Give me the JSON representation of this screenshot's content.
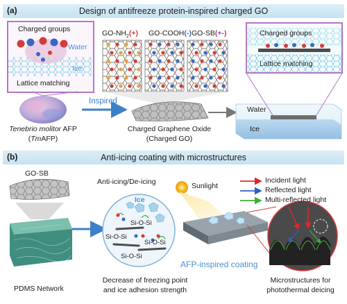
{
  "panel_a": {
    "label": "(a)",
    "title": "Design of antifreeze protein-inspired charged GO",
    "inset_left": {
      "charged_groups": "Charged groups",
      "water": "Water",
      "ice": "Ice",
      "lattice_matching": "Lattice matching"
    },
    "go_types": [
      {
        "name": "GO-NH",
        "sub": "2",
        "charge": "(+)"
      },
      {
        "name": "GO-COOH",
        "sub": "",
        "charge": "(-)"
      },
      {
        "name": "GO-SB",
        "sub": "",
        "charge": "(+-)"
      }
    ],
    "protein_label_italic": "Tenebrio molitor",
    "protein_label_rest": " AFP",
    "protein_abbrev_open": "(",
    "protein_abbrev_italic": "Tm",
    "protein_abbrev_rest": "AFP)",
    "inspired": "Inspired",
    "go_label_1": "Charged Graphene Oxide",
    "go_label_2": "(Charged GO)",
    "water": "Water",
    "ice": "Ice",
    "inset_right": {
      "charged_groups": "Charged groups",
      "lattice_matching": "Lattice matching"
    }
  },
  "panel_b": {
    "label": "(b)",
    "title": "Anti-icing coating with microstructures",
    "go_sb": "GO-SB",
    "pdms": "PDMS Network",
    "anti_icing": "Anti-icing/De-icing",
    "ice": "Ice",
    "sio": [
      "Si-O-Si",
      "Si-O-Si",
      "Si-O-Si",
      "Si-O-Si"
    ],
    "sunlight": "Sunlight",
    "legend": [
      "Incident light",
      "Reflected light",
      "Multi-reflected light"
    ],
    "coating": "AFP-inspired coating",
    "caption_mid_1": "Decrease of freezing point",
    "caption_mid_2": "and ice adhesion strength",
    "caption_right_1": "Microstructures for",
    "caption_right_2": "photothermal deicing"
  },
  "colors": {
    "banner": "#cfe6f4",
    "accent_blue": "#4a8fd0",
    "inset_border": "#b476c9",
    "incident": "#e0262b",
    "reflected": "#2f5fc8",
    "multi_reflected": "#3fae3a"
  }
}
